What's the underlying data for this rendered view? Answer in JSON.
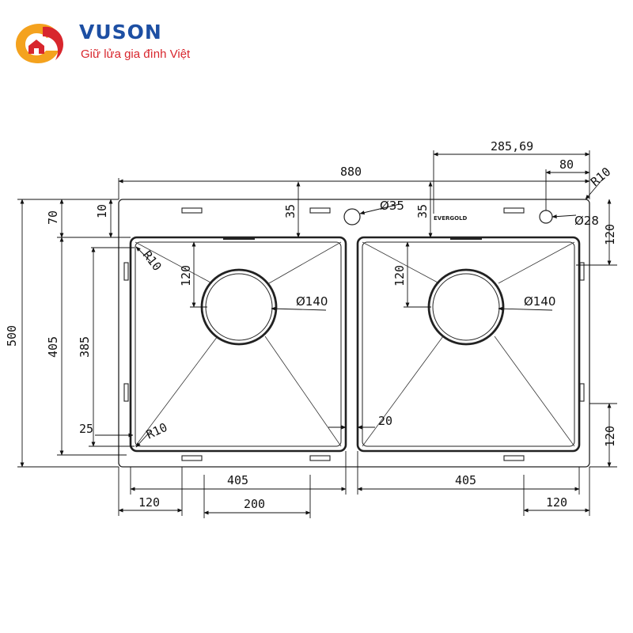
{
  "header": {
    "brand_name": "VUSON",
    "slogan": "Giữ lửa gia đình Việt",
    "colors": {
      "brand_blue": "#1d4fa3",
      "brand_red": "#d8262d",
      "brand_orange": "#f4a21e"
    }
  },
  "drawing": {
    "engraving": "EVERGOLD",
    "dimensions": {
      "total_width": "880",
      "tap_offset": "285,69",
      "hole_offset": "80",
      "corner_radius_top": "R10",
      "total_height": "500",
      "top_margin_70": "70",
      "top_margin_10": "10",
      "bowl_height": "405",
      "bowl_inner_height": "385",
      "bottom_margin": "25",
      "tap_hole_left_offset": "35",
      "tap_hole_right_offset": "35",
      "tap_hole_dia": "Ø35",
      "soap_hole_dia": "Ø28",
      "right_top_120": "120",
      "right_bottom_120": "120",
      "left_drain_offset": "120",
      "right_drain_offset": "120",
      "left_drain_dia": "Ø140",
      "right_drain_dia": "Ø140",
      "inner_radius_top": "R10",
      "inner_radius_bottom": "R10",
      "divider_width": "20",
      "left_bowl_width": "405",
      "right_bowl_width": "405",
      "bottom_left_120": "120",
      "bottom_center_200": "200",
      "bottom_right_120": "120"
    }
  }
}
